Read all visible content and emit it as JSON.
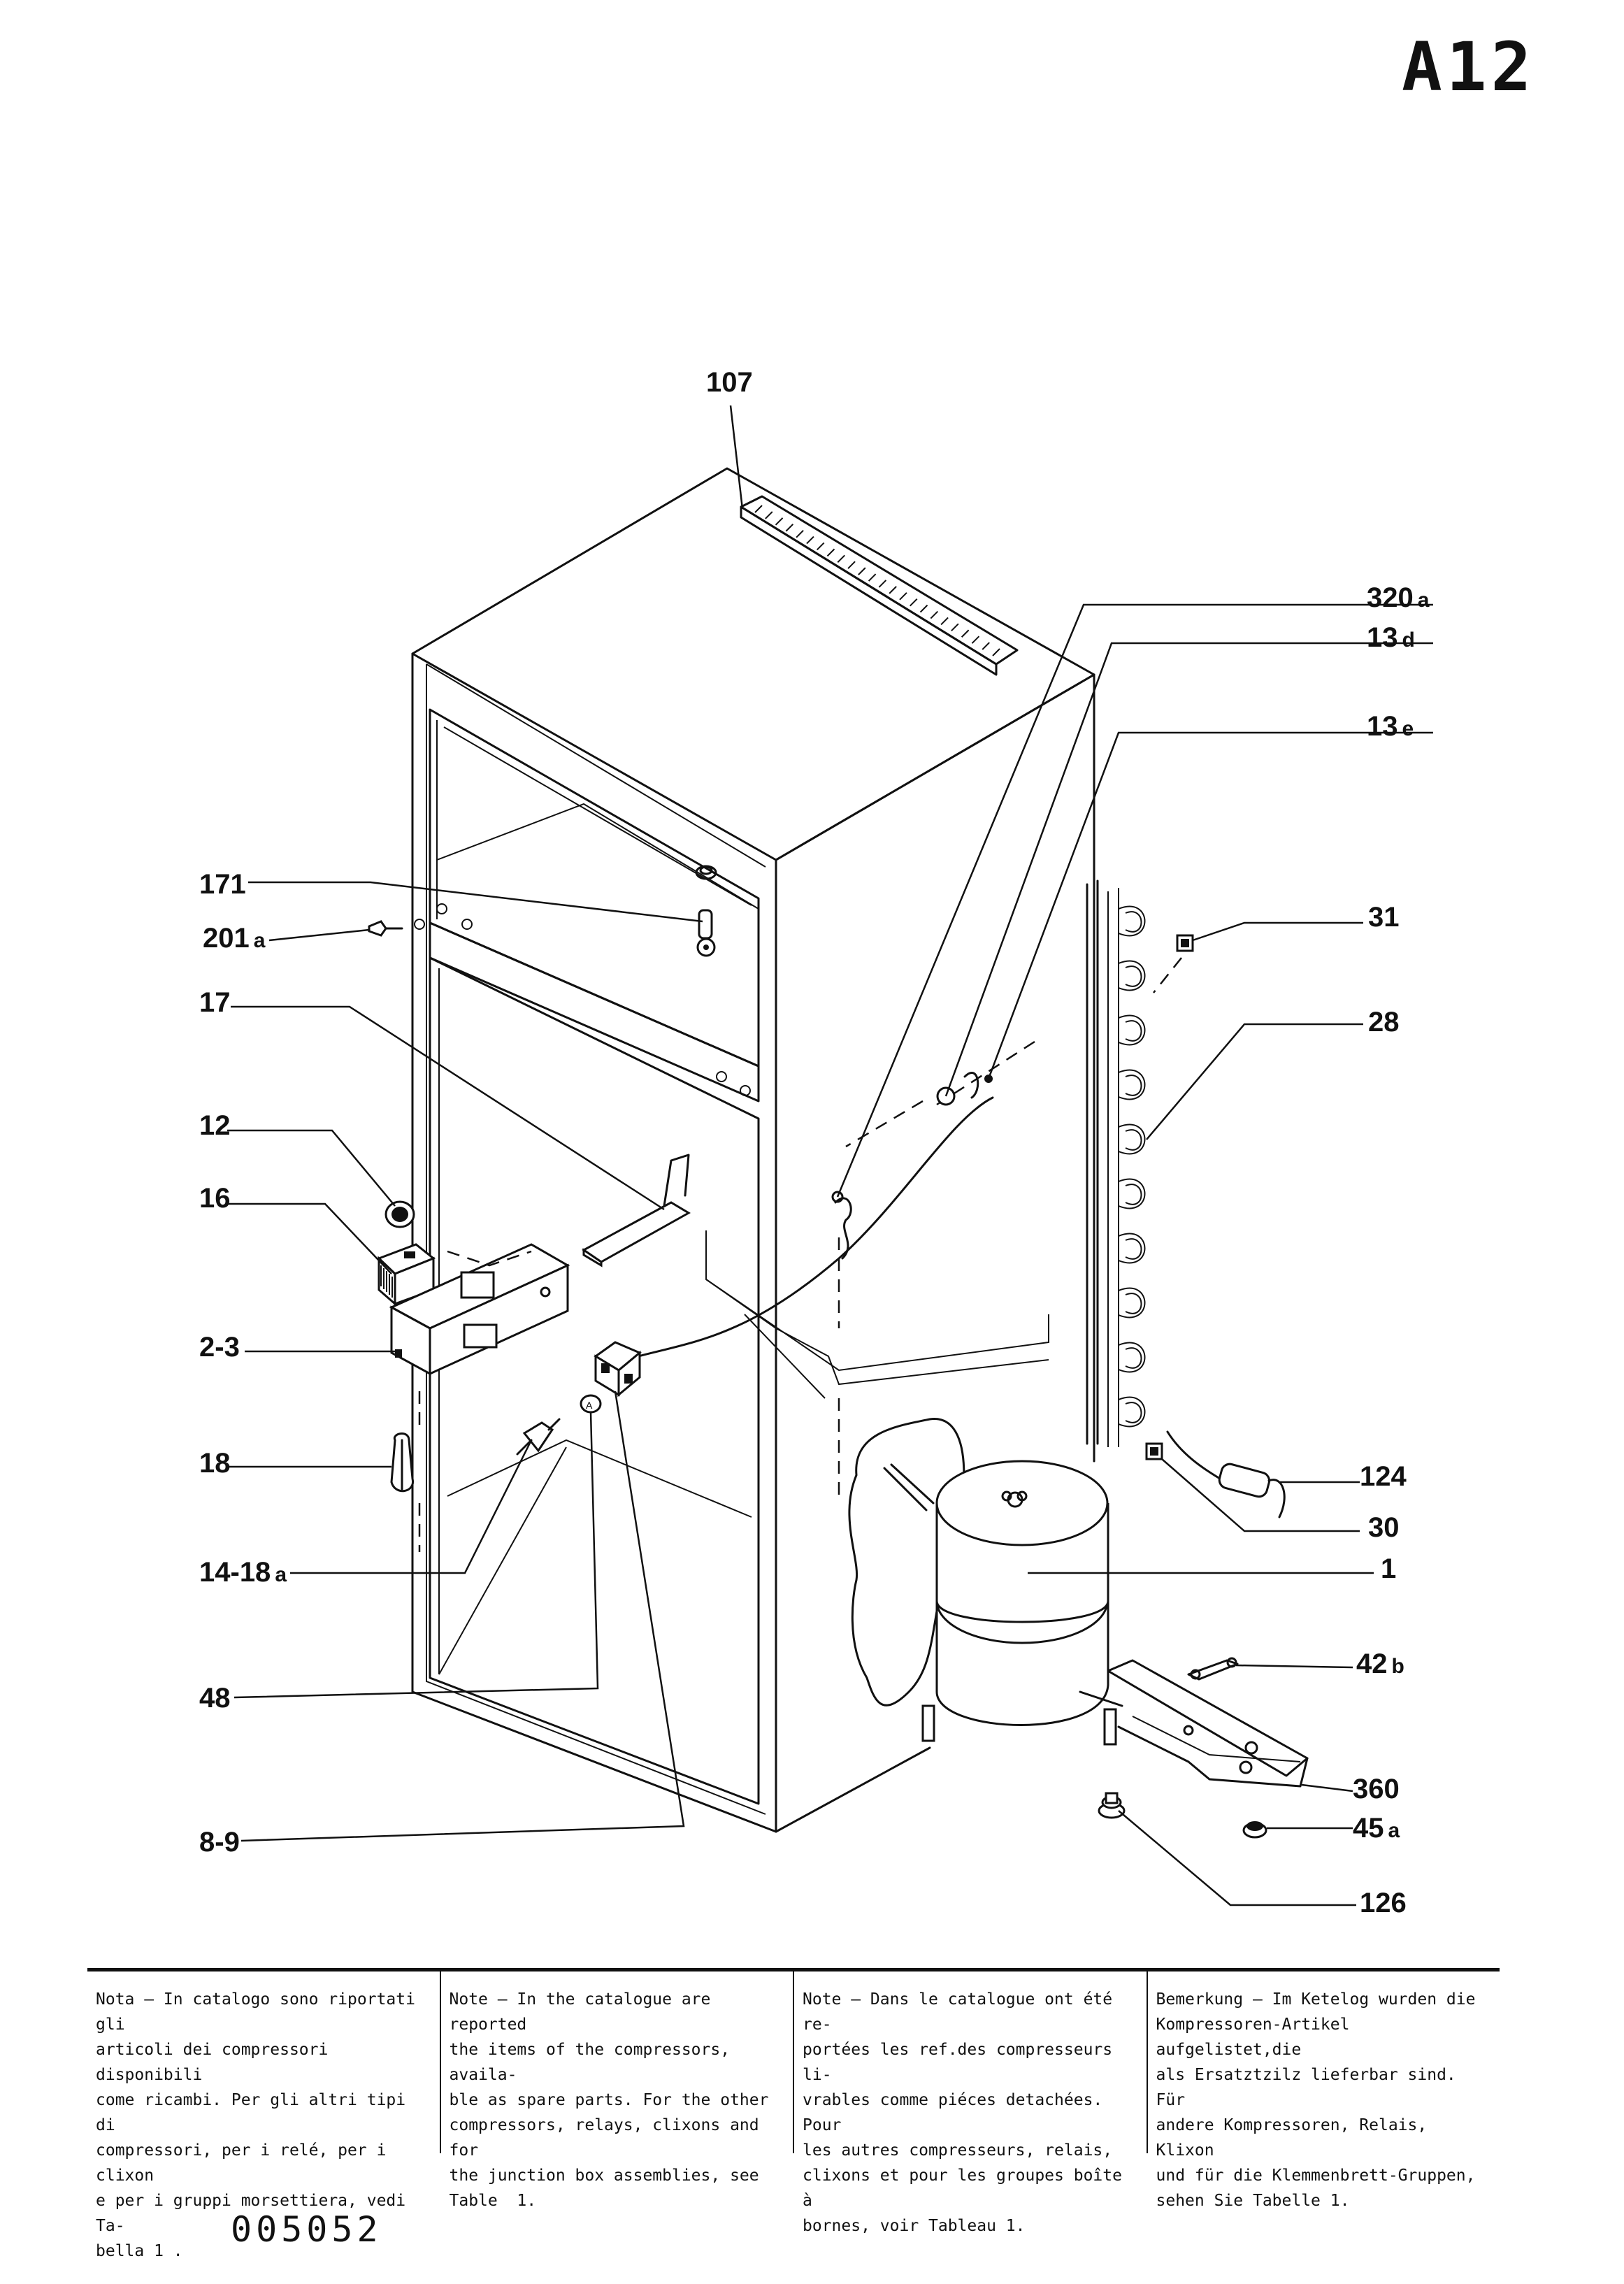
{
  "page_id": "A12",
  "document_number": "005052",
  "part_labels": [
    {
      "id": "107",
      "text": "107",
      "sub": ""
    },
    {
      "id": "320a",
      "text": "320",
      "sub": "a"
    },
    {
      "id": "13d",
      "text": "13",
      "sub": "d"
    },
    {
      "id": "13e",
      "text": "13",
      "sub": "e"
    },
    {
      "id": "171",
      "text": "171",
      "sub": ""
    },
    {
      "id": "201a",
      "text": "201",
      "sub": "a"
    },
    {
      "id": "31",
      "text": "31",
      "sub": ""
    },
    {
      "id": "17",
      "text": "17",
      "sub": ""
    },
    {
      "id": "28",
      "text": "28",
      "sub": ""
    },
    {
      "id": "12",
      "text": "12",
      "sub": ""
    },
    {
      "id": "16",
      "text": "16",
      "sub": ""
    },
    {
      "id": "2-3",
      "text": "2-3",
      "sub": ""
    },
    {
      "id": "18",
      "text": "18",
      "sub": ""
    },
    {
      "id": "124",
      "text": "124",
      "sub": ""
    },
    {
      "id": "14-18a",
      "text": "14-18",
      "sub": "a"
    },
    {
      "id": "30",
      "text": "30",
      "sub": ""
    },
    {
      "id": "1",
      "text": "1",
      "sub": ""
    },
    {
      "id": "42b",
      "text": "42",
      "sub": "b"
    },
    {
      "id": "48",
      "text": "48",
      "sub": ""
    },
    {
      "id": "360",
      "text": "360",
      "sub": ""
    },
    {
      "id": "45a",
      "text": "45",
      "sub": "a"
    },
    {
      "id": "8-9",
      "text": "8-9",
      "sub": ""
    },
    {
      "id": "126",
      "text": "126",
      "sub": ""
    }
  ],
  "notes": [
    {
      "lang": "it",
      "text": "Nota – In catalogo sono riportati gli\narticoli dei compressori disponibili\ncome ricambi. Per gli altri tipi di\ncompressori, per i relé, per i clixon\ne per i gruppi morsettiera, vedi Ta-\nbella 1 ."
    },
    {
      "lang": "en",
      "text": "Note – In the catalogue are reported\nthe items of the compressors, availa-\nble as spare parts. For the other\ncompressors, relays, clixons and for\nthe junction box assemblies, see\nTable  1."
    },
    {
      "lang": "fr",
      "text": "Note – Dans le catalogue ont été re-\nportées les ref.des compresseurs li-\nvrables comme piéces detachées. Pour\nles autres compresseurs, relais,\nclixons et pour les groupes boîte à\nbornes, voir Tableau 1."
    },
    {
      "lang": "de",
      "text": "Bemerkung – Im Ketelog wurden die\nKompressoren-Artikel aufgelistet,die\nals Ersatztzilz lieferbar sind. Für\nandere Kompressoren, Relais, Klixon\nund für die Klemmenbrett-Gruppen,\nsehen Sie Tabelle 1."
    }
  ]
}
